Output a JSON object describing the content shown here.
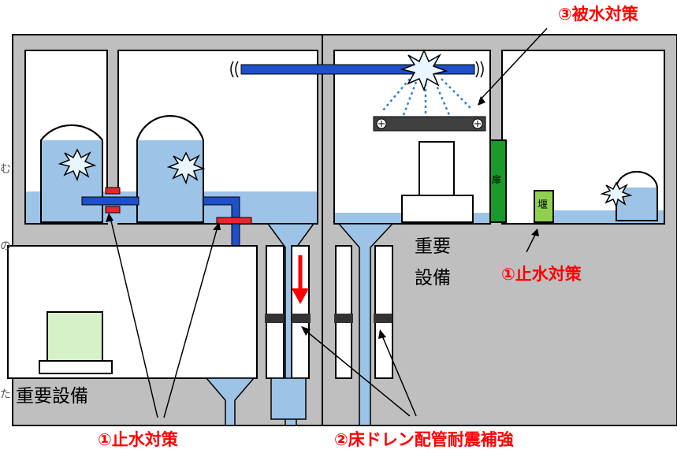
{
  "colors": {
    "wall": "#bfbfbf",
    "water": "#9dc3e6",
    "pipe": "#1f4fc9",
    "seal": "#e8262b",
    "callout": "#ff0000",
    "door": "#1a9a2a",
    "weir": "#8fd14f",
    "device": "#d6f0c8"
  },
  "labels": {
    "waterproofing_top": "③被水対策",
    "stop_water_right": "①止水対策",
    "stop_water_bottom": "①止水対策",
    "drain_seismic": "②床ドレン配管耐震補強",
    "important_equipment_upper": "重要",
    "important_equipment_lower": "設備",
    "important_equipment_left": "重要設備",
    "door": "扉",
    "weir": "堰"
  },
  "edge_glyphs": {
    "left_a": "む",
    "left_b": "の",
    "left_c": "た"
  },
  "icons": [
    "leak-burst-icon",
    "screw-icon",
    "flow-arrow-icon",
    "break-mark-icon"
  ]
}
